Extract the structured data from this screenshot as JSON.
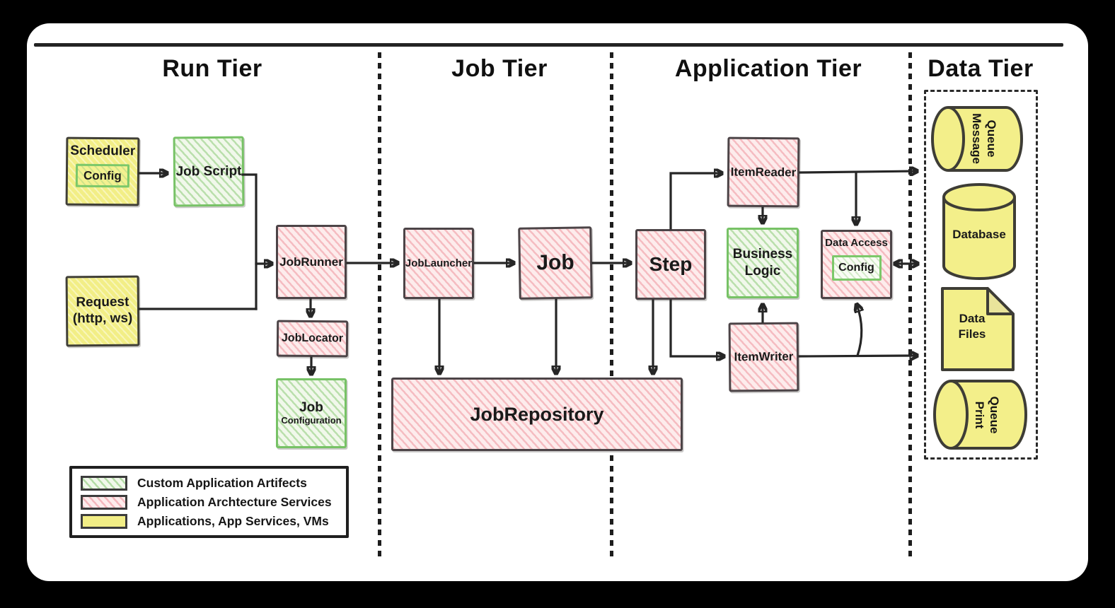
{
  "tiers": [
    {
      "label": "Run Tier"
    },
    {
      "label": "Job Tier"
    },
    {
      "label": "Application Tier"
    },
    {
      "label": "Data Tier"
    }
  ],
  "run_tier": {
    "scheduler": {
      "label": "Scheduler",
      "config_label": "Config"
    },
    "job_script": {
      "label": "Job Script"
    },
    "request": {
      "label_line1": "Request",
      "label_line2": "(http, ws)"
    },
    "job_runner": {
      "label": "JobRunner"
    },
    "job_locator": {
      "label": "JobLocator"
    },
    "job_configuration": {
      "label_line1": "Job",
      "label_line2": "Configuration"
    }
  },
  "job_tier": {
    "job_launcher": {
      "label": "JobLauncher"
    },
    "job": {
      "label": "Job"
    },
    "job_repository": {
      "label": "JobRepository"
    }
  },
  "application_tier": {
    "step": {
      "label": "Step"
    },
    "item_reader": {
      "label": "ItemReader"
    },
    "business_logic": {
      "label_line1": "Business",
      "label_line2": "Logic"
    },
    "data_access": {
      "label": "Data Access",
      "config_label": "Config"
    },
    "item_writer": {
      "label": "ItemWriter"
    }
  },
  "data_tier": {
    "message_queue": {
      "label_line1": "Message",
      "label_line2": "Queue"
    },
    "database": {
      "label": "Database"
    },
    "data_files": {
      "label_line1": "Data",
      "label_line2": "Files"
    },
    "print_queue": {
      "label_line1": "Print",
      "label_line2": "Queue"
    }
  },
  "legend": {
    "items": [
      {
        "label": "Custom Application Artifects",
        "color": "#aed79c"
      },
      {
        "label": "Application Archtecture Services",
        "color": "#f3b9c0"
      },
      {
        "label": "Applications, App Services, VMs",
        "color": "#f2ee86"
      }
    ]
  },
  "colors": {
    "custom_artifact_green": "#aed79c",
    "architecture_service_pink": "#f3b9c0",
    "application_yellow": "#f2ee86",
    "ink": "#262626",
    "canvas": "#ffffff",
    "background": "#000000"
  }
}
